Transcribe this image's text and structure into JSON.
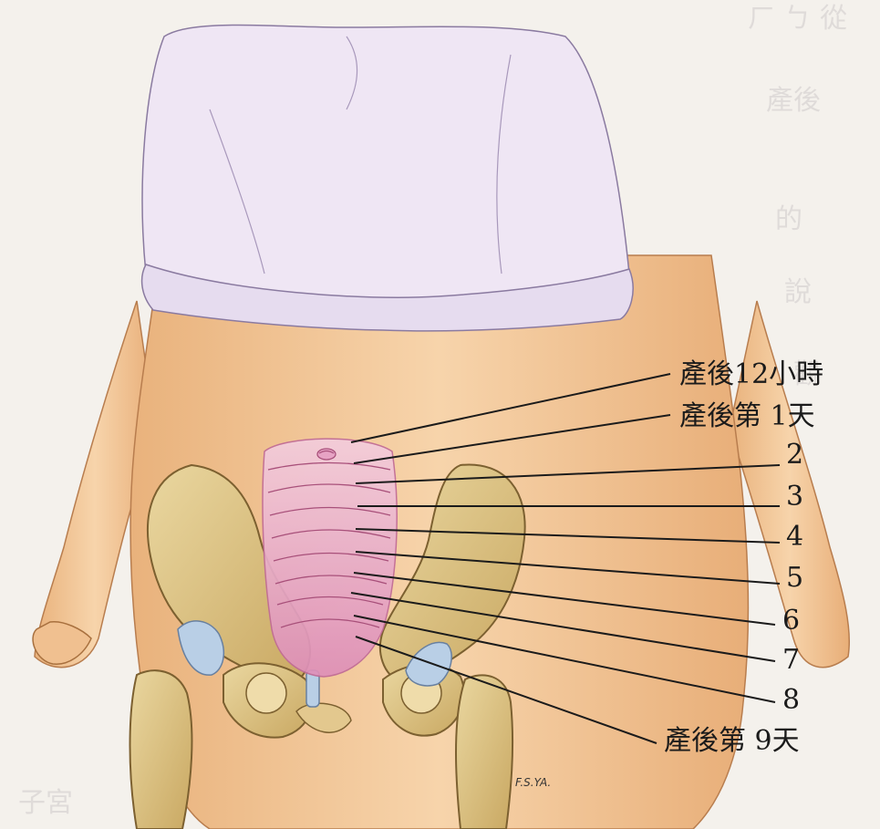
{
  "labels": [
    {
      "text": "產後12小時"
    },
    {
      "text": "產後第 1天"
    },
    {
      "text": "2"
    },
    {
      "text": "3"
    },
    {
      "text": "4"
    },
    {
      "text": "5"
    },
    {
      "text": "6"
    },
    {
      "text": "7"
    },
    {
      "text": "8"
    },
    {
      "text": "產後第 9天"
    }
  ],
  "signature": "F.S.YA.",
  "colors": {
    "skin": "#f2c79a",
    "shirt": "#efe6f4",
    "bone": "#dcc483",
    "uterus": "#e9a9c8",
    "cartilage": "#b9cfe6",
    "line": "#1b1b1b"
  }
}
